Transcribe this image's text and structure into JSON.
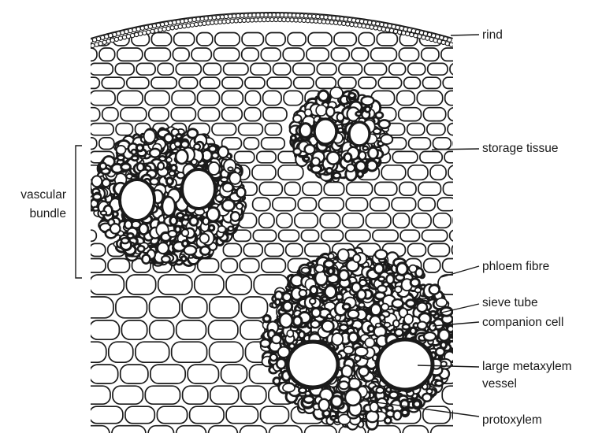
{
  "labels": {
    "rind": "rind",
    "storage_tissue": "storage tissue",
    "phloem_fibre": "phloem fibre",
    "sieve_tube": "sieve tube",
    "companion_cell": "companion cell",
    "large_metaxylem_vessel_line1": "large metaxylem",
    "large_metaxylem_vessel_line2": "vessel",
    "protoxylem": "protoxylem",
    "vascular_bundle_line1": "vascular",
    "vascular_bundle_line2": "bundle"
  },
  "colors": {
    "ink": "#1a1a1a",
    "background": "#ffffff"
  }
}
